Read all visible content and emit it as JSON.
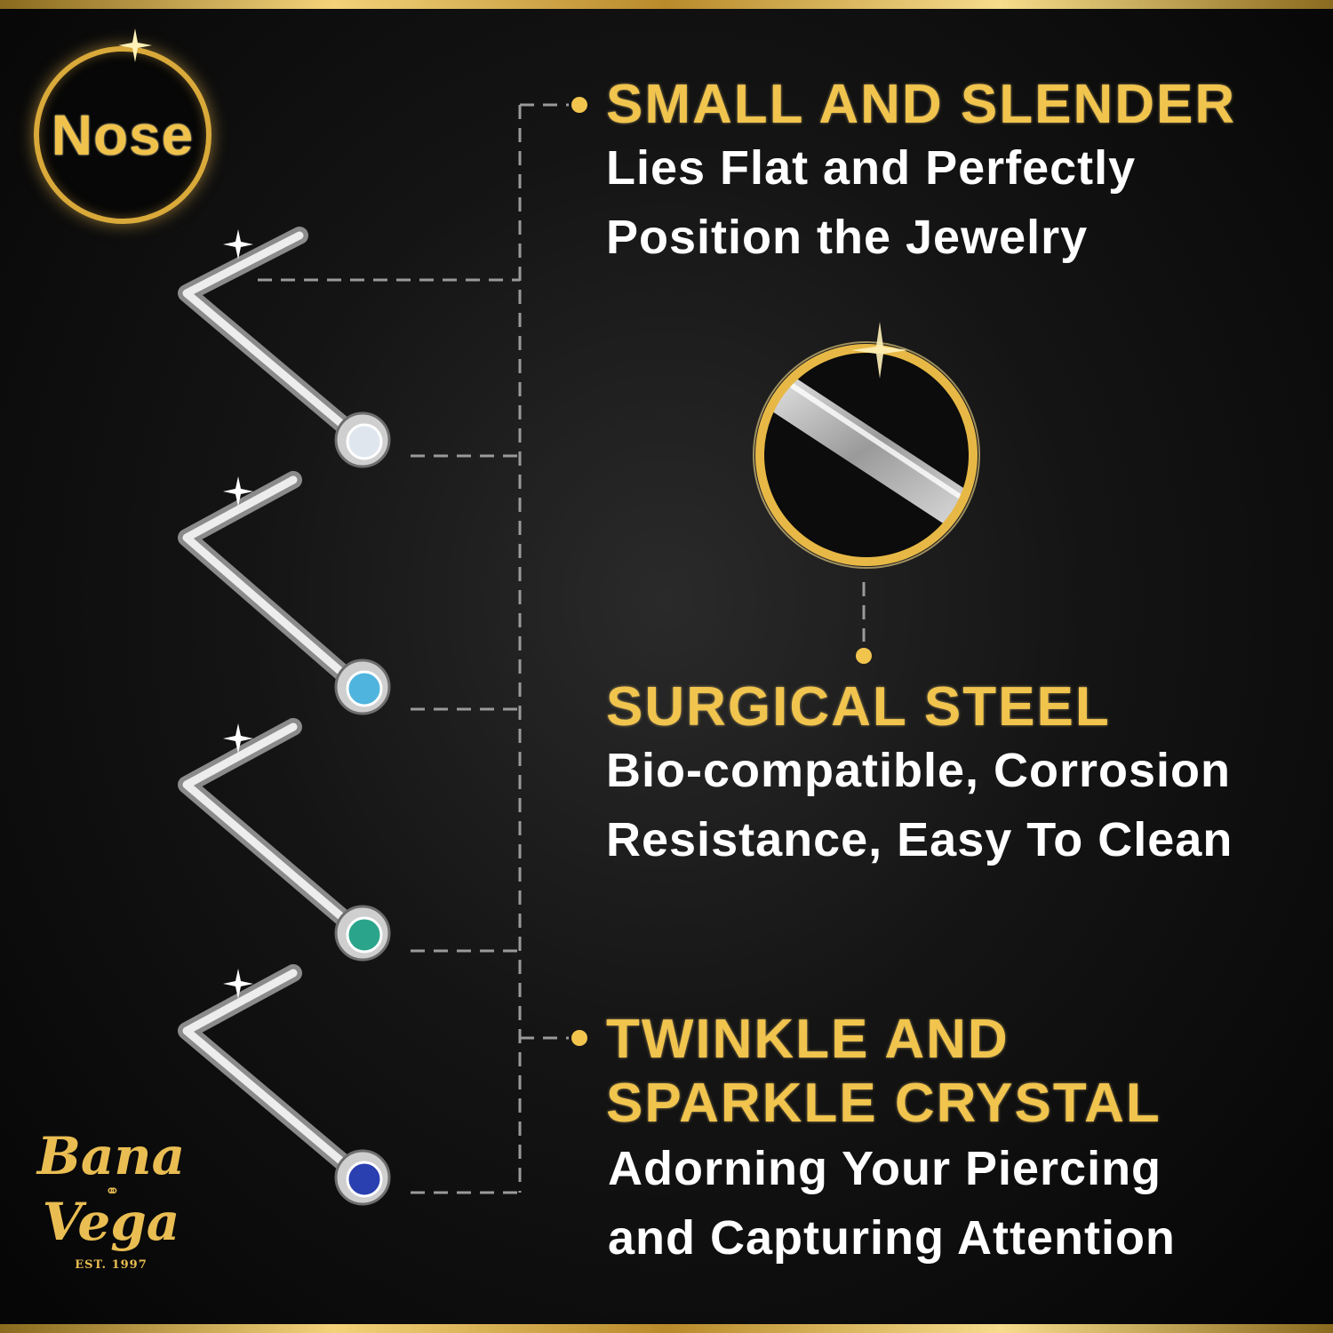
{
  "badge": {
    "label": "Nose"
  },
  "features": [
    {
      "title_lines": [
        "SMALL AND SLENDER"
      ],
      "body_lines": [
        "Lies Flat and Perfectly",
        "Position the Jewelry"
      ]
    },
    {
      "title_lines": [
        "SURGICAL STEEL"
      ],
      "body_lines": [
        "Bio-compatible, Corrosion",
        "Resistance, Easy To Clean"
      ]
    },
    {
      "title_lines": [
        "TWINKLE AND",
        "SPARKLE CRYSTAL"
      ],
      "body_lines": [
        "Adorning Your Piercing",
        "and Capturing Attention"
      ]
    }
  ],
  "studs": [
    {
      "gem": "clear",
      "color": "#dfe6ee"
    },
    {
      "gem": "light blue",
      "color": "#4fb4de"
    },
    {
      "gem": "aqua",
      "color": "#2aa58c"
    },
    {
      "gem": "blue",
      "color": "#2a3fb0"
    }
  ],
  "brand": {
    "line1": "Bana",
    "line2": "Vega",
    "established": "EST. 1997"
  },
  "colors": {
    "gold": "#f1c44e",
    "background": "#0b0b0b",
    "text": "#ffffff"
  }
}
